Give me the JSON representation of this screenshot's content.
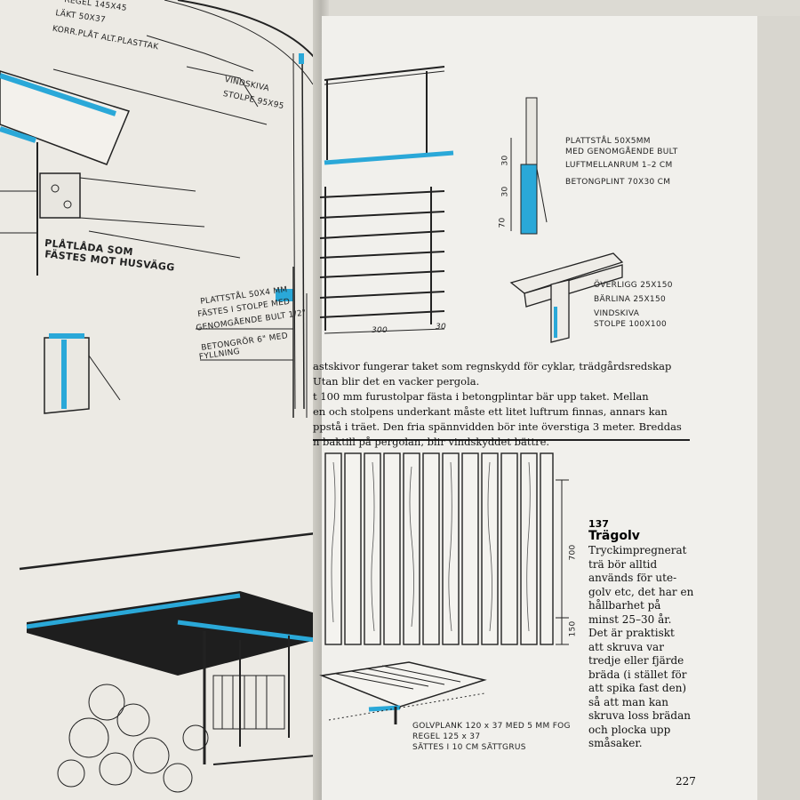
{
  "left_labels": {
    "top_1": "REGEL 145X45",
    "top_2": "LÄKT 50X37",
    "top_3": "KORR.PLÅT ALT.PLASTTAK",
    "vindskiva": "VINDSKIVA",
    "stolpe": "STOLPE 95X95",
    "platlada_1": "PLÅTLÅDA SOM",
    "platlada_2": "FÄSTES MOT HUSVÄGG",
    "plattstal_1": "PLATTSTÅL 50X4 MM",
    "plattstal_2": "FÄSTES I STOLPE MED",
    "plattstal_3": "GENOMGÅENDE BULT 1/2\"",
    "betongror_1": "BETONGRÖR 6\" MED",
    "betongror_2": "FYLLNING"
  },
  "right_labels": {
    "plattstal_1": "PLATTSTÅL 50X5MM",
    "plattstal_2": "MED GENOMGÅENDE BULT",
    "luftmellanrum": "LUFTMELLANRUM 1–2 CM",
    "betongplint": "BETONGPLINT 70X30 CM",
    "overligg": "ÖVERLIGG 25X150",
    "barlina": "BÄRLINA 25X150",
    "vindskiva": "VINDSKIVA",
    "stolpe": "STOLPE 100X100",
    "dim_300": "300",
    "dim_30": "30",
    "dim_post_30a": "30",
    "dim_post_30b": "30",
    "dim_post_70": "70",
    "dim_700": "700",
    "dim_150": "150",
    "golvplank": "GOLVPLANK 120 x 37 MED 5 MM FOG",
    "regel": "REGEL 125 x 37",
    "sattes": "SÄTTES I 10 CM SÄTTGRUS"
  },
  "body_text": [
    "astskivor fungerar taket som regnskydd för cyklar, trädgårdsredskap",
    "Utan blir det en vacker pergola.",
    "t 100 mm furustolpar fästa i betongplintar bär upp taket. Mellan",
    "en och stolpens underkant måste ett litet luftrum finnas, annars kan",
    "ppstå i träet. Den fria spännvidden bör inte överstiga 3 meter. Breddas",
    "n baktill på pergolan, blir vindskyddet bättre."
  ],
  "section": {
    "number": "137",
    "title": "Trägolv",
    "lines": [
      "Tryckimpregnerat",
      "trä bör alltid",
      "används för ute-",
      "golv etc, det har en",
      "hållbarhet på",
      "minst 25–30 år.",
      "Det är praktiskt",
      "att skruva var",
      "tredje eller fjärde",
      "bräda (i stället för",
      "att spika fast den)",
      "så att man kan",
      "skruva loss brädan",
      "och plocka upp",
      "småsaker."
    ]
  },
  "page_number": "227",
  "colors": {
    "accent": "#2aa8d8",
    "ink": "#1a1a1a",
    "paper": "#f1f0ec"
  }
}
